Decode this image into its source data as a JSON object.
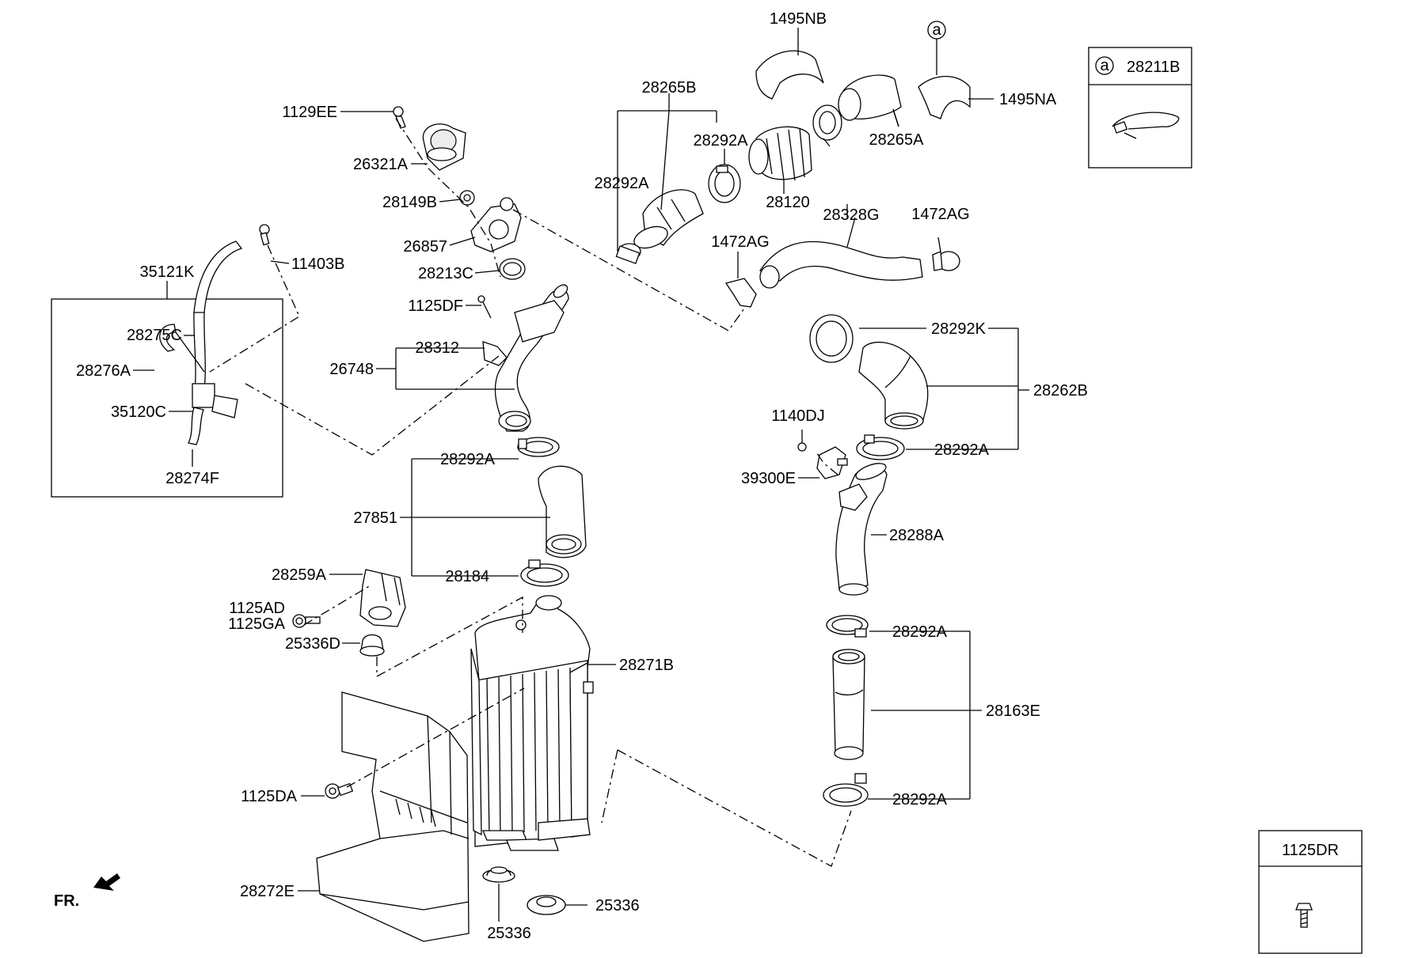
{
  "diagram": {
    "labels": {
      "p1495NB": "1495NB",
      "pA": "a",
      "p1495NA": "1495NA",
      "p28265B": "28265B",
      "p28292A_top": "28292A",
      "p28265A": "28265A",
      "p28292A_left": "28292A",
      "p28120": "28120",
      "p28328G": "28328G",
      "p1472AG_right": "1472AG",
      "p1472AG_left": "1472AG",
      "p1129EE": "1129EE",
      "p26321A": "26321A",
      "p28149B": "28149B",
      "p26857": "26857",
      "p28213C": "28213C",
      "p35121K": "35121K",
      "p11403B": "11403B",
      "p1125DF": "1125DF",
      "p28275C": "28275C",
      "p28276A": "28276A",
      "p28312": "28312",
      "p26748": "26748",
      "p35120C": "35120C",
      "p28274F": "28274F",
      "p28292K": "28292K",
      "p28262B": "28262B",
      "p1140DJ": "1140DJ",
      "p28292A_mid_right": "28292A",
      "p39300E": "39300E",
      "p28288A": "28288A",
      "p28292A_mid_left": "28292A",
      "p27851": "27851",
      "p28184": "28184",
      "p28259A": "28259A",
      "p1125AD": "1125AD",
      "p1125GA": "1125GA",
      "p25336D": "25336D",
      "p28271B": "28271B",
      "p28292A_low_top": "28292A",
      "p28163E": "28163E",
      "p28292A_low_bot": "28292A",
      "p1125DA": "1125DA",
      "p28272E": "28272E",
      "p25336_right": "25336",
      "p25336_bottom": "25336",
      "fr": "FR."
    },
    "legend_top": {
      "circle": "a",
      "part": "28211B"
    },
    "legend_bottom": {
      "part": "1125DR"
    }
  }
}
